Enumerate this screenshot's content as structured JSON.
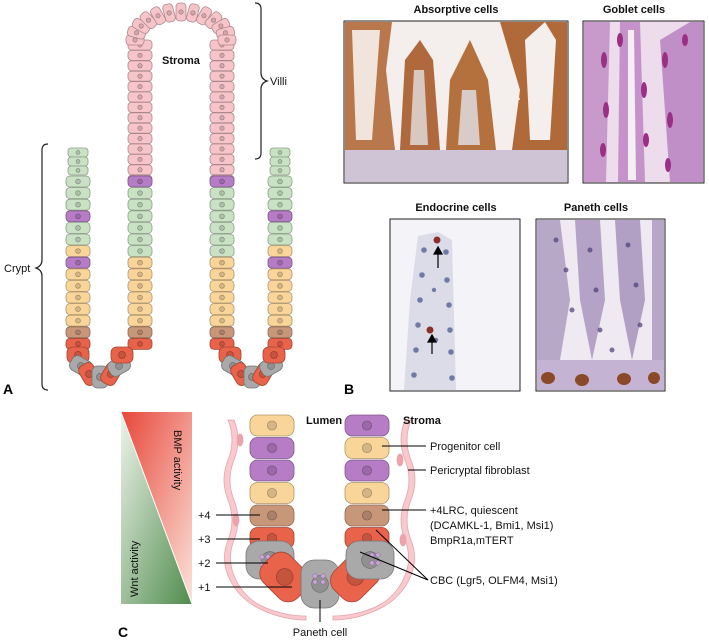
{
  "panel_a": {
    "letter": "A",
    "labels": {
      "stroma": "Stroma",
      "villi": "Villi",
      "crypt": "Crypt"
    }
  },
  "panel_b": {
    "letter": "B",
    "micrographs": [
      {
        "title": "Absorptive cells"
      },
      {
        "title": "Goblet cells"
      },
      {
        "title": "Endocrine cells"
      },
      {
        "title": "Paneth cells"
      }
    ]
  },
  "panel_c": {
    "letter": "C",
    "gradient_labels": {
      "bmp": "BMP activity",
      "wnt": "Wnt activity"
    },
    "headers": {
      "lumen": "Lumen",
      "stroma": "Stroma"
    },
    "positions": [
      "+4",
      "+3",
      "+2",
      "+1"
    ],
    "callouts": {
      "progenitor": "Progenitor cell",
      "fibroblast": "Pericryptal fibroblast",
      "lrc_line1": "+4LRC, quiescent",
      "lrc_line2": "(DCAMKL-1, Bmi1, Msi1)",
      "lrc_line3": "BmpR1a,mTERT",
      "cbc": "CBC (Lgr5, OLFM4, Msi1)",
      "paneth": "Paneth cell"
    }
  },
  "colors": {
    "villus_pink": "#f7c4c9",
    "goblet_purple": "#b67cc6",
    "stem_green": "#c9e2c4",
    "progenitor_orange": "#fad59a",
    "lrc_brown": "#c8977a",
    "cbc_red": "#e8634a",
    "paneth_gray": "#a9a9a9",
    "bmp_red": "#e84a3c",
    "wnt_green": "#5e9a5a"
  }
}
